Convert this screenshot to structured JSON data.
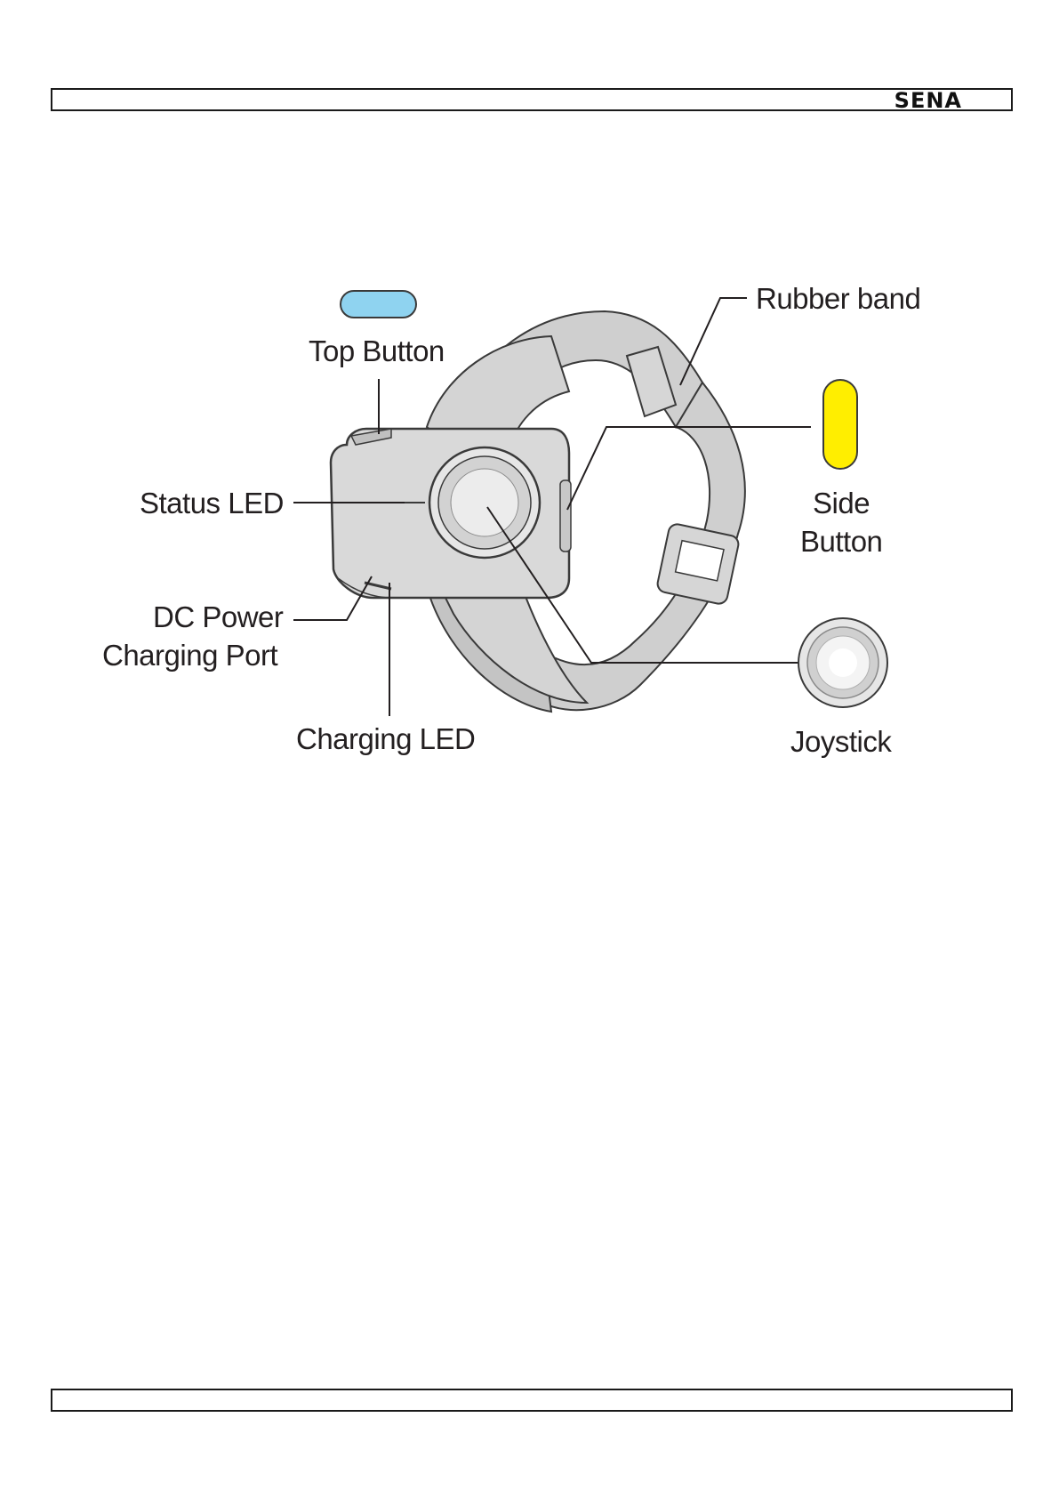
{
  "header": {
    "logo_text": "SENA"
  },
  "figure": {
    "labels": {
      "top_button": "Top Button",
      "rubber_band": "Rubber band",
      "status_led": "Status LED",
      "side_button_line1": "Side",
      "side_button_line2": "Button",
      "dc_power_line1": "DC Power",
      "dc_power_line2": "Charging Port",
      "charging_led": "Charging LED",
      "joystick": "Joystick"
    },
    "colors": {
      "top_button": "#8fd3f0",
      "side_button": "#ffee00",
      "device_body": "#d9d9d9",
      "band": "#cfcfcf",
      "outline": "#3a3a3a"
    }
  }
}
